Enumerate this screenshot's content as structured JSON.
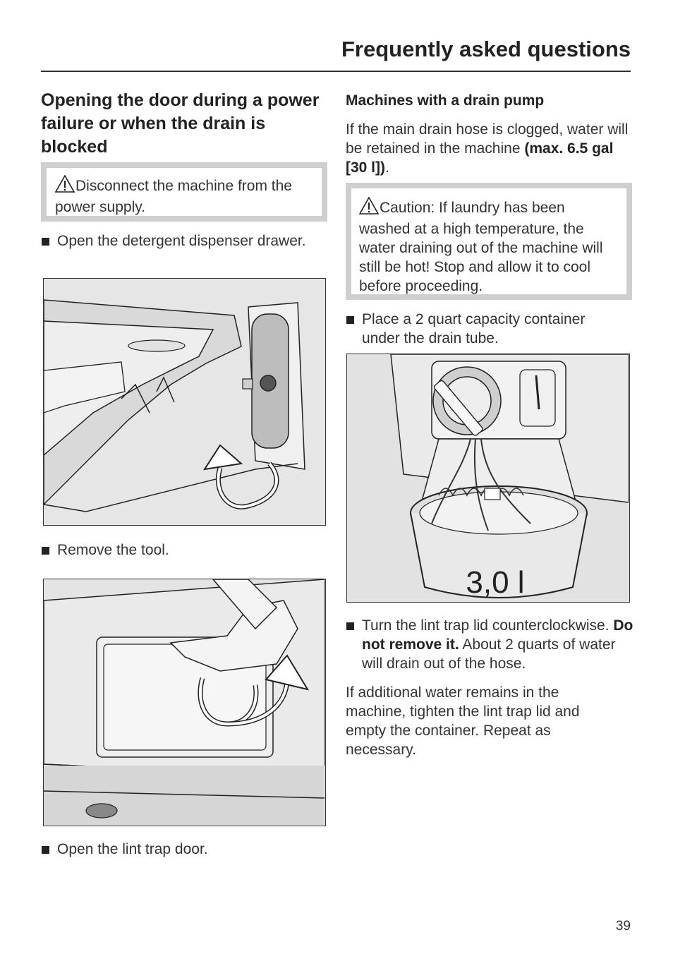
{
  "header": {
    "title": "Frequently asked questions"
  },
  "left": {
    "heading": "Opening the door during a power failure or when the drain is blocked",
    "warning": "Disconnect the machine from the power supply.",
    "step1": "Open the detergent dispenser drawer.",
    "step2": "Remove the tool.",
    "step3": "Open the lint trap door."
  },
  "right": {
    "subheading": "Machines with a drain pump",
    "intro_a": "If the main drain hose is clogged, water will be retained in the machine ",
    "intro_bold": "(max. 6.5 gal [30 l])",
    "intro_end": ".",
    "caution": "Caution: If laundry has been washed at a high temperature, the water draining out of the machine will still be hot! Stop and allow it to cool before proceeding.",
    "step1": "Place a 2 quart capacity container under the drain tube.",
    "container_label": "3,0 l",
    "step2_a": "Turn the lint trap lid counterclockwise. ",
    "step2_bold": "Do not remove it.",
    "step2_b": " About 2 quarts of water will drain out of the hose.",
    "outro": "If additional water remains in the machine, tighten the lint trap lid and empty the container. Repeat as necessary."
  },
  "page_number": "39"
}
